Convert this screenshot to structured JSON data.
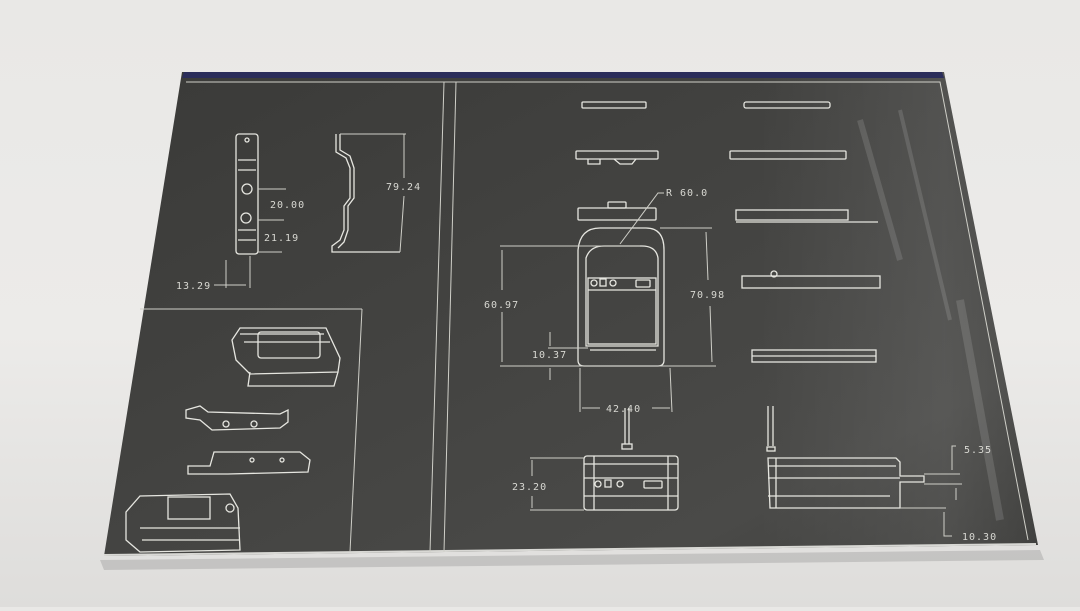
{
  "scene": {
    "subject": "product box lid with technical line drawings",
    "background_color": "#e9e8e6",
    "box_color": "#3e3e3c",
    "box_edge_color": "#2b2d5a",
    "line_color": "#e6e6e0"
  },
  "left_panel": {
    "bracket_dimensions": {
      "hole_spacing": "20.00",
      "bottom_offset": "21.19",
      "width": "13.29",
      "height": "79.24"
    }
  },
  "front_view": {
    "radius": "R 60.0",
    "inner_height": "60.97",
    "total_height": "70.98",
    "bottom_margin": "10.37",
    "width": "42.40"
  },
  "bottom_view": {
    "height": "23.20"
  },
  "side_view": {
    "step_height": "5.35",
    "base_height": "10.30"
  }
}
